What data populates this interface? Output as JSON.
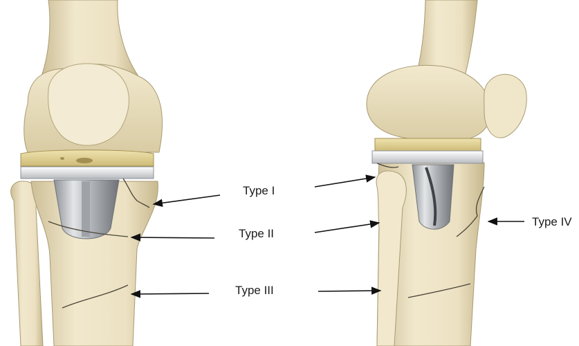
{
  "labels": {
    "type1": "Type I",
    "type2": "Type II",
    "type3": "Type III",
    "type4": "Type IV"
  },
  "colors": {
    "bone": "#ede3c6",
    "bone_shadow": "#cbbf98",
    "bone_outline": "#a89a72",
    "poly_insert": "#e6d79c",
    "metal_light": "#f2f2f2",
    "metal_mid": "#c9cbce",
    "metal_dark": "#7f8388",
    "fracture_line": "#4a4438",
    "arrow": "#111111"
  }
}
